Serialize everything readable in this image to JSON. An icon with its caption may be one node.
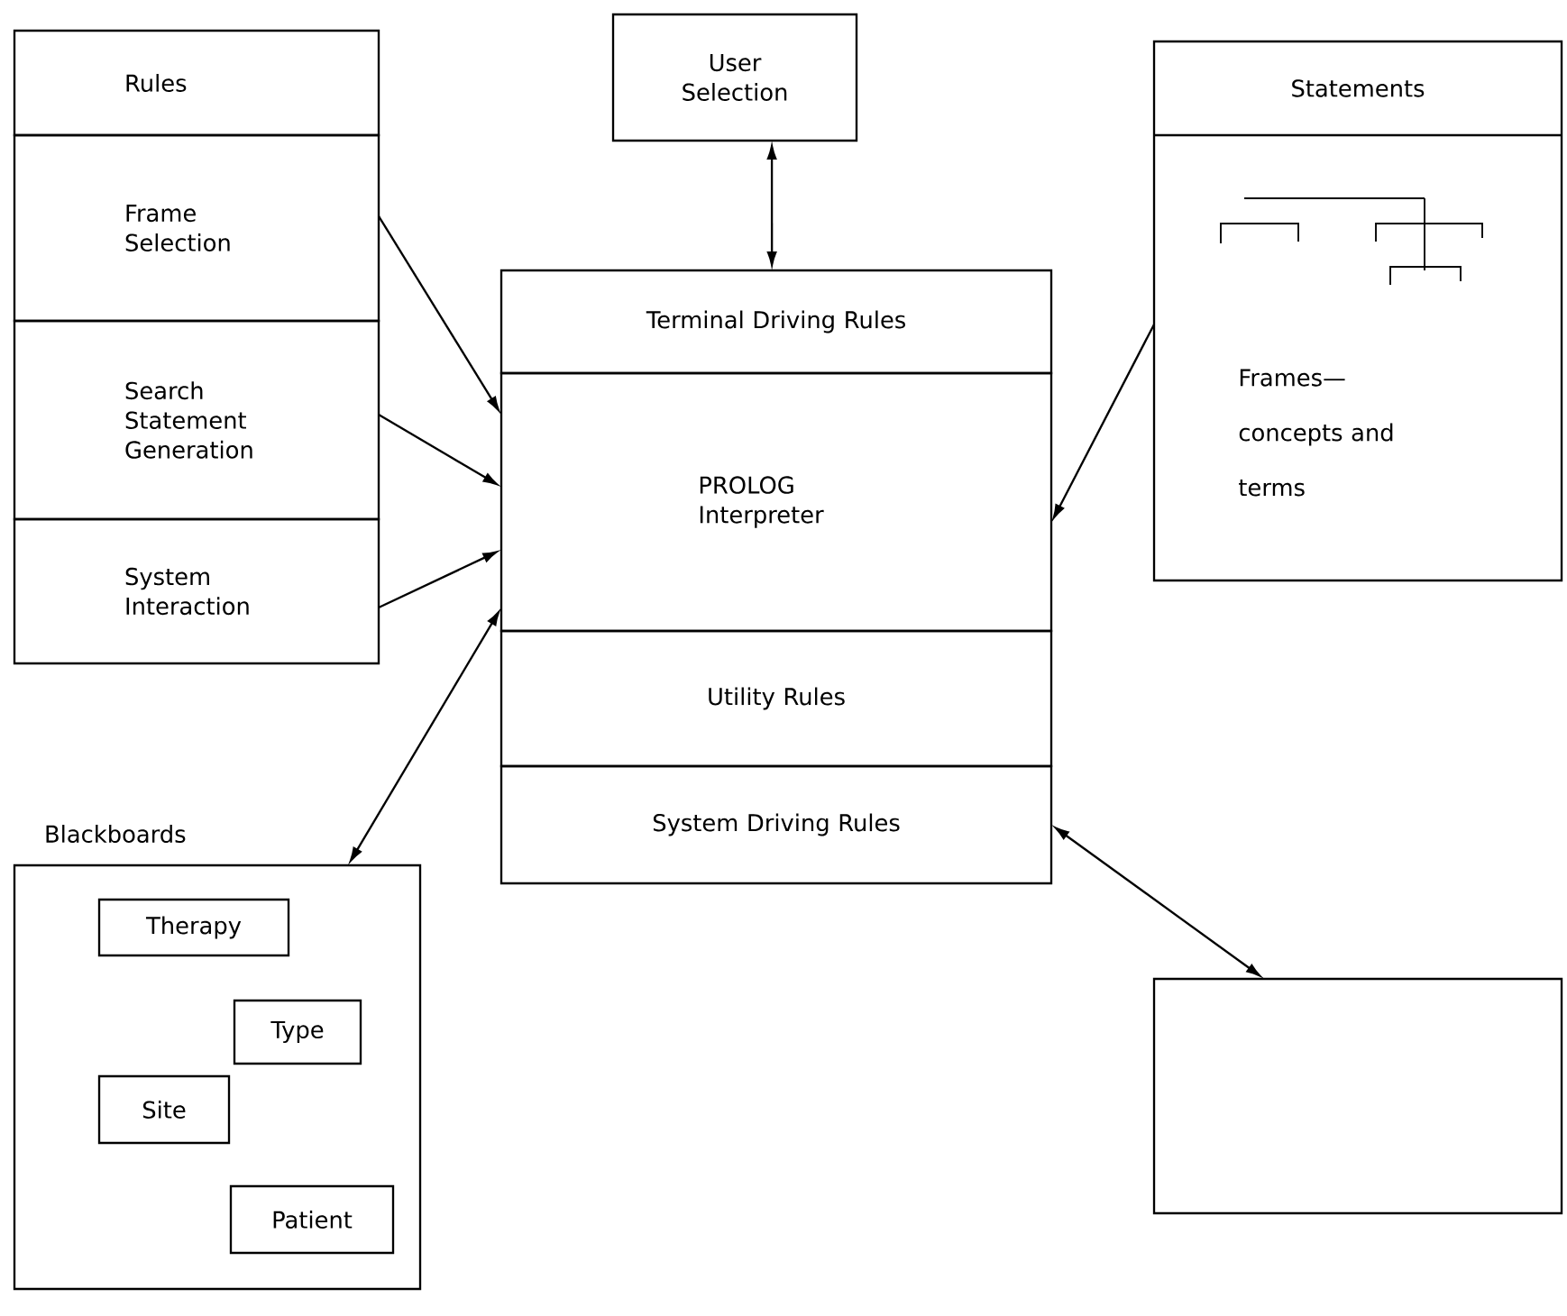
{
  "diagram": {
    "nodes": [
      {
        "text": [
          "Rules"
        ]
      },
      {
        "text": [
          "Frame Selection"
        ]
      },
      {
        "text": [
          "Search Statement Generation"
        ]
      },
      {
        "text": [
          "System Interaction"
        ]
      },
      {
        "text": [
          "User Selection"
        ]
      },
      {
        "text": [
          "Terminal Driving Rules"
        ]
      },
      {
        "text": [
          "PROLOG Interpreter"
        ]
      },
      {
        "text": [
          "Utility Rules"
        ]
      },
      {
        "text": [
          "System Driving Rules"
        ]
      },
      {
        "text": [
          "Statements",
          "Frames— concepts and terms"
        ]
      },
      {
        "text": [
          "Blackboards"
        ]
      },
      {
        "text": [
          "Therapy"
        ],
        "in": 10
      },
      {
        "text": [
          "Type"
        ],
        "in": 10
      },
      {
        "text": [
          "Site"
        ],
        "in": 10
      },
      {
        "text": [
          "Patient"
        ],
        "in": 10
      },
      {
        "text": [],
        "shape": "box"
      }
    ],
    "edges": [
      {
        "from": 1,
        "to": 6,
        "arrow": "to"
      },
      {
        "from": 2,
        "to": 6,
        "arrow": "to"
      },
      {
        "from": 3,
        "to": 6,
        "arrow": "to"
      },
      {
        "from": 4,
        "to": 5,
        "arrow": "both"
      },
      {
        "from": 9,
        "to": 6,
        "arrow": "to"
      },
      {
        "from": 10,
        "to": 6,
        "arrow": "both"
      },
      {
        "from": 8,
        "to": 15,
        "arrow": "both"
      }
    ]
  }
}
